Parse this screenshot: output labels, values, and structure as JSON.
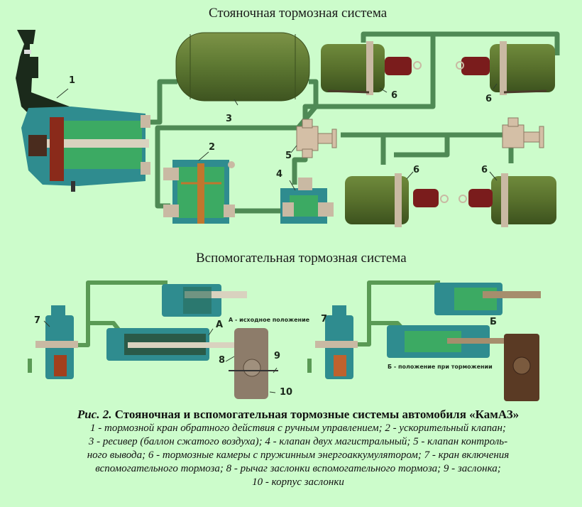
{
  "titles": {
    "parking": "Стояночная тормозная система",
    "auxiliary": "Вспомогательная тормозная система"
  },
  "labels": {
    "n1": "1",
    "n2": "2",
    "n3": "3",
    "n4": "4",
    "n5": "5",
    "n6a": "6",
    "n6b": "6",
    "n6c": "6",
    "n6d": "6",
    "n7a": "7",
    "n7b": "7",
    "n8": "8",
    "n9": "9",
    "n10": "10",
    "posA": "A",
    "posB": "Б"
  },
  "notes": {
    "posA": "А - исходное положение",
    "posB": "Б - положение при торможении"
  },
  "caption": {
    "fig": "Рис. 2.",
    "heading": "Стояночная и вспомогательная тормозные системы автомобиля «КамАЗ»",
    "lines": [
      "1 - тормозной кран обратного действия  с  ручным управлением;  2 - ускорительный  клапан;",
      "3 - ресивер (баллон  сжатого  воздуха);   4 - клапан двух магистральный; 5 - клапан контроль-",
      "ного вывода; 6 - тормозные камеры с пружинным энергоаккумулятором; 7 - кран включения",
      "вспомогательного  тормоза;   8 - рычаг заслонки вспомогательного  тормоза;   9 - заслонка;",
      "10 - корпус заслонки"
    ]
  },
  "colors": {
    "background": "#ccfccb",
    "pipe": "#5f9a5f",
    "chamber": "#5d7331",
    "housing": "#2e8f8f",
    "inner": "#3fae6a",
    "boot": "#7a1c1c",
    "fitting": "#c9b9a3"
  }
}
